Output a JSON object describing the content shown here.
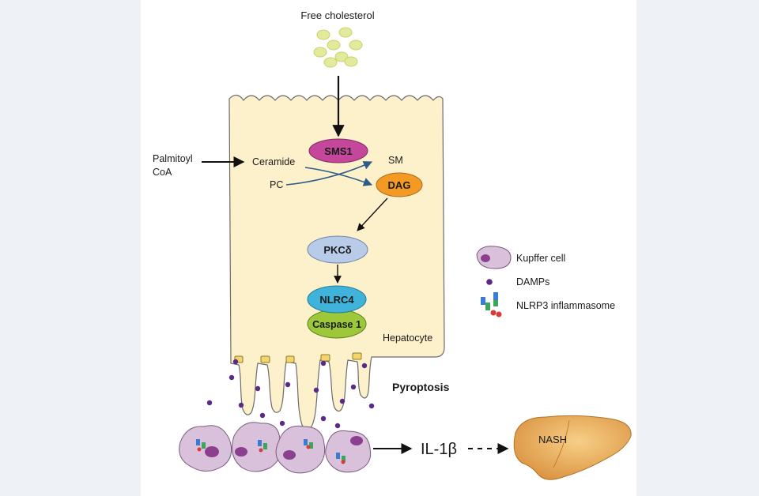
{
  "labels": {
    "free_cholesterol": "Free cholesterol",
    "palmitoyl": "Palmitoyl",
    "coa": "CoA",
    "ceramide": "Ceramide",
    "pc": "PC",
    "sm": "SM",
    "sms1": "SMS1",
    "dag": "DAG",
    "pkc": "PKCδ",
    "nlrc4": "NLRC4",
    "caspase1": "Caspase 1",
    "hepatocyte": "Hepatocyte",
    "pyroptosis": "Pyroptosis",
    "il1b": "IL-1β",
    "nash": "NASH"
  },
  "legend": [
    {
      "label": "Kupffer cell",
      "icon": "kupffer-cell-icon"
    },
    {
      "label": "DAMPs",
      "icon": "damp-dot-icon"
    },
    {
      "label": "NLRP3 inflammasome",
      "icon": "nlrp3-inflammasome-icon"
    }
  ],
  "colors": {
    "panel": "#ffffff",
    "cell_fill": "#fdf1cc",
    "cell_stroke": "#6b6b6b",
    "cholesterol": "#e4ea9c",
    "sms1": "#c4479b",
    "dag": "#f29a24",
    "pkc": "#b8cbe8",
    "nlrc4": "#3fb3d9",
    "caspase1": "#9cc83a",
    "damp": "#5b2a86",
    "kupffer_body": "#d9c1dc",
    "kupffer_nucleus": "#8b3f8e",
    "liver": "#e9ad57",
    "curve_arrow": "#2e5c86"
  }
}
